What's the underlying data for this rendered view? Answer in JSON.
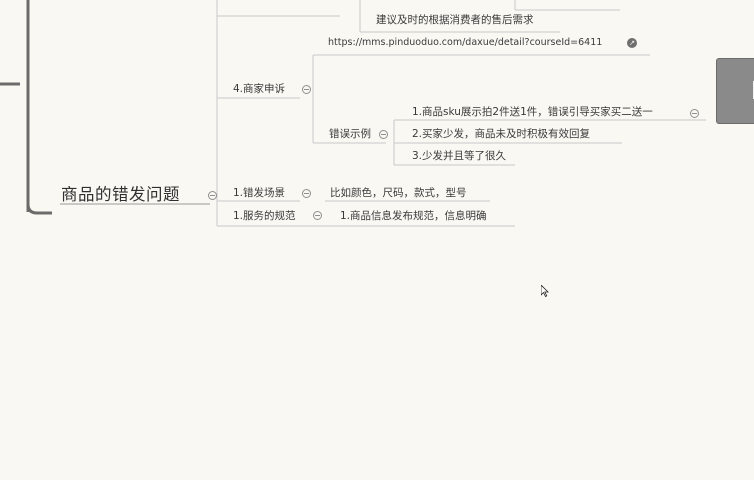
{
  "mindmap": {
    "main_topic": "商品的错发问题",
    "top_partial": "建议及时的根据消费者的售后需求",
    "merchant_appeal": {
      "label": "4.商家申诉",
      "url": "https://mms.pinduoduo.com/daxue/detail?courseId=6411",
      "error_examples": {
        "label": "错误示例",
        "items": [
          "1.商品sku展示拍2件送1件，错误引导买家买二送一",
          "2.买家少发，商品未及时积极有效回复",
          "3.少发并且等了很久"
        ]
      }
    },
    "wrong_scene": {
      "label": "1.错发场景",
      "detail": "比如颜色，尺码，款式，型号"
    },
    "service_norm": {
      "label": "1.服务的规范",
      "detail": "1.商品信息发布规范，信息明确"
    }
  }
}
